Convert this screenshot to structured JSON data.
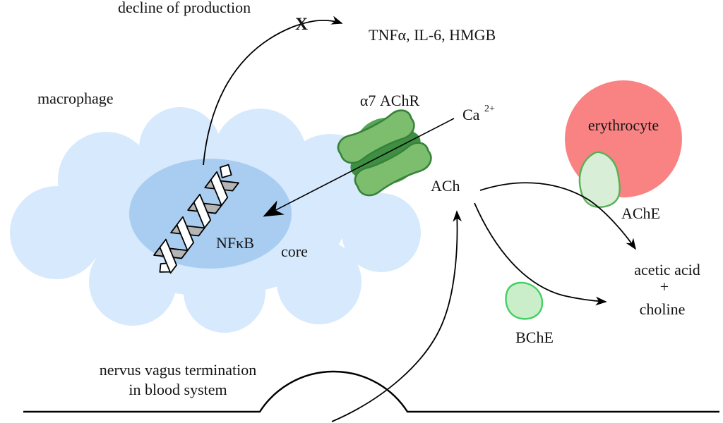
{
  "labels": {
    "decline_of_production": "decline of production",
    "inhibition_x": "X",
    "cytokines": "TNFα, IL-6, HMGB",
    "macrophage": "macrophage",
    "receptor": "α7 AChR",
    "calcium": "Ca",
    "calcium_charge": "2+",
    "ach": "ACh",
    "erythrocyte": "erythrocyte",
    "ache": "AChE",
    "bche": "BChE",
    "acetic_acid": "acetic acid",
    "plus": "+",
    "choline": "choline",
    "nfkb": "NFκB",
    "core": "core",
    "vagus_line1": "nervus vagus termination",
    "vagus_line2": "in blood system"
  },
  "colors": {
    "macrophage_fill": "#d7e9fc",
    "core_fill": "#a9cdf1",
    "dna_back": "#b5b5b5",
    "dna_front": "#ffffff",
    "receptor_back": "#57a657",
    "receptor_channel": "#3f8f43",
    "receptor_bean_fill": "#7dbd6e",
    "receptor_bean_stroke": "#37823a",
    "erythrocyte_fill": "#f98383",
    "ache_fill": "#d8eed6",
    "ache_stroke": "#55b155",
    "bche_fill": "#c9eec9",
    "bche_stroke": "#44cf63",
    "line": "#000000"
  }
}
